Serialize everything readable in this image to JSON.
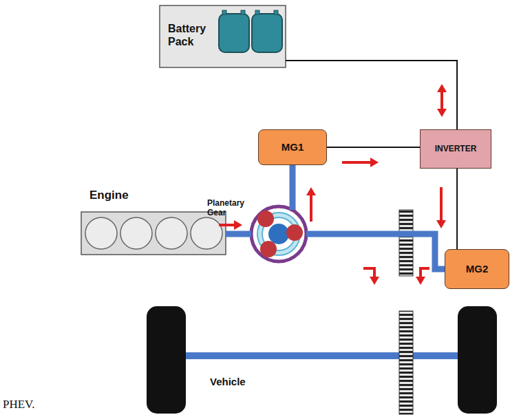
{
  "diagram": {
    "nodes": [
      {
        "text": [
          "Battery Pack"
        ]
      },
      {
        "text": [
          "MG1"
        ]
      },
      {
        "text": [
          "INVERTER"
        ]
      },
      {
        "text": [
          "Planetary Gear"
        ]
      },
      {
        "text": [
          "Engine"
        ]
      },
      {
        "text": [
          "MG2"
        ]
      }
    ],
    "edges": [
      {
        "from": 0,
        "to": 2,
        "arrow": "both"
      },
      {
        "from": 1,
        "to": 2,
        "arrow": "to"
      },
      {
        "from": 2,
        "to": 5,
        "arrow": "to"
      },
      {
        "from": 4,
        "to": 3,
        "arrow": "to"
      },
      {
        "from": 3,
        "to": 1,
        "arrow": "to"
      },
      {
        "from": 3,
        "to": 5,
        "arrow": "none"
      }
    ],
    "labels": [
      "Vehicle",
      "PHEV."
    ]
  }
}
